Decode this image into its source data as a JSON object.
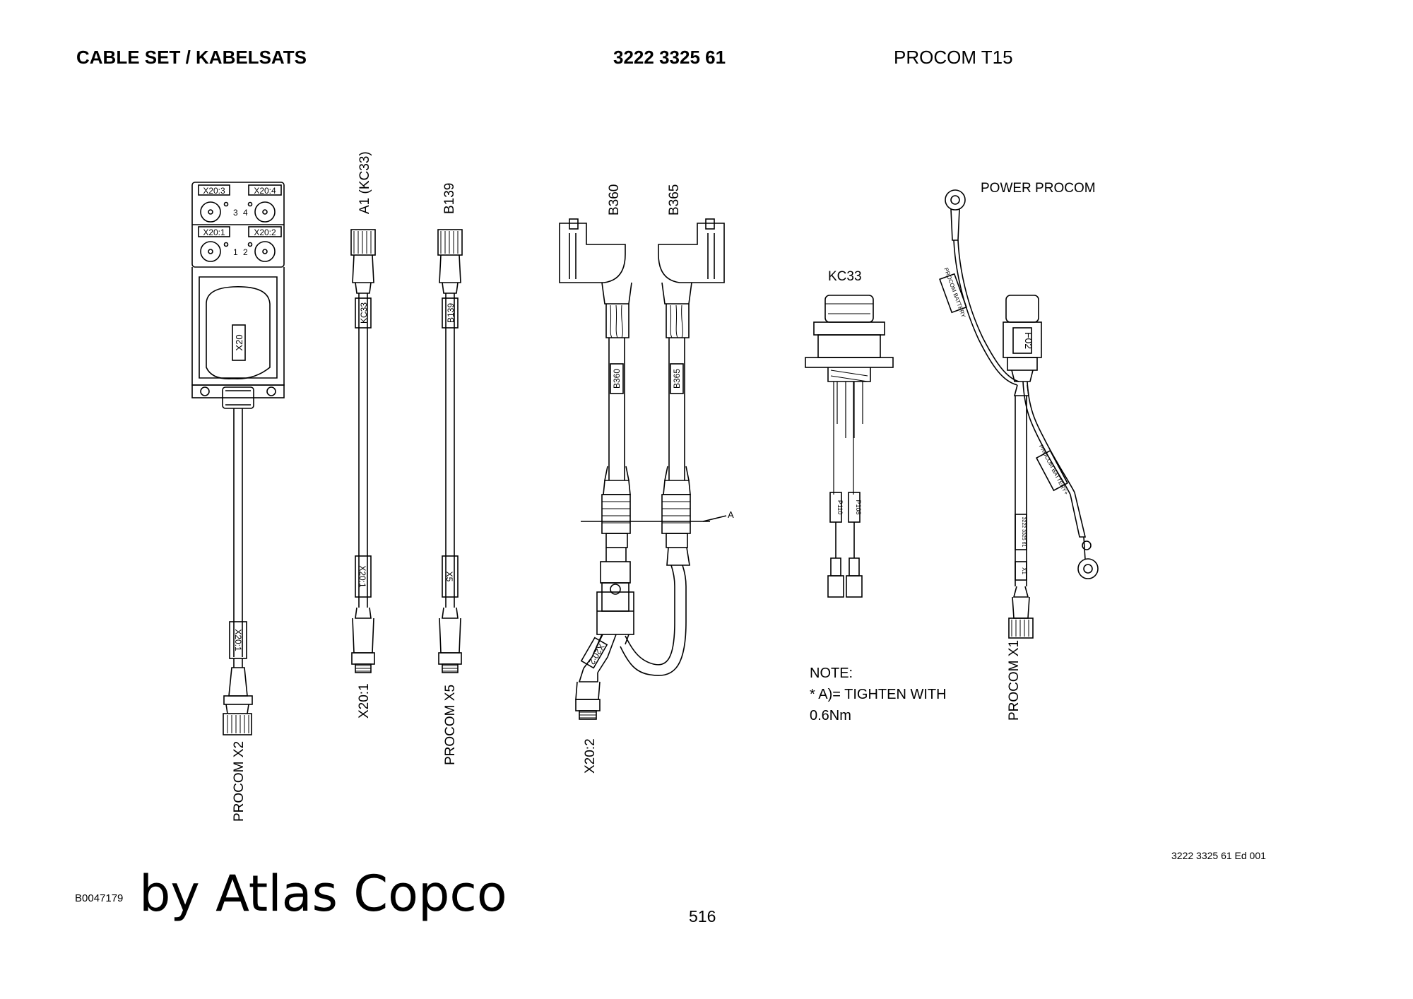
{
  "header": {
    "title": "CABLE SET / KABELSATS",
    "part_number": "3222 3325 61",
    "product": "PROCOM T15"
  },
  "labels": {
    "x20_3": "X20:3",
    "x20_4": "X20:4",
    "x20_1": "X20:1",
    "x20_2": "X20:2",
    "pin_3": "3",
    "pin_4": "4",
    "pin_1": "1",
    "pin_2": "2",
    "x20_body": "X20",
    "x20_1_tag": "X20:1",
    "procom_x2": "PROCOM X2",
    "a1_kc33": "A1 (KC33)",
    "kc33_tag": "KC33",
    "x20_1_tag_b": "X20:1",
    "x20_1_end": "X20:1",
    "b139": "B139",
    "b139_tag": "B139",
    "x5_tag": "X5",
    "procom_x5": "PROCOM X5",
    "b360": "B360",
    "b365": "B365",
    "b360_tag": "B360",
    "b365_tag": "B365",
    "a_marker": "A",
    "x20_2_tag": "X20:2",
    "x20_2_end": "X20:2",
    "kc33": "KC33",
    "p110": "P110",
    "p108": "P108",
    "power_procom": "POWER PROCOM",
    "procom_battery_1": "PROCOM BATTERY",
    "procom_battery_2": "PROCOM BATTERY+",
    "f02": "F02",
    "cable_code": "3222 3325 61",
    "x1_tag": "X1",
    "procom_x1": "PROCOM X1"
  },
  "note": {
    "title": "NOTE:",
    "line1": "* A)= TIGHTEN WITH",
    "line2": "0.6Nm"
  },
  "footer": {
    "doc_ref": "3222 3325 61 Ed 001",
    "drawing_code": "B0047179",
    "brand": "by Atlas Copco",
    "page": "516"
  }
}
